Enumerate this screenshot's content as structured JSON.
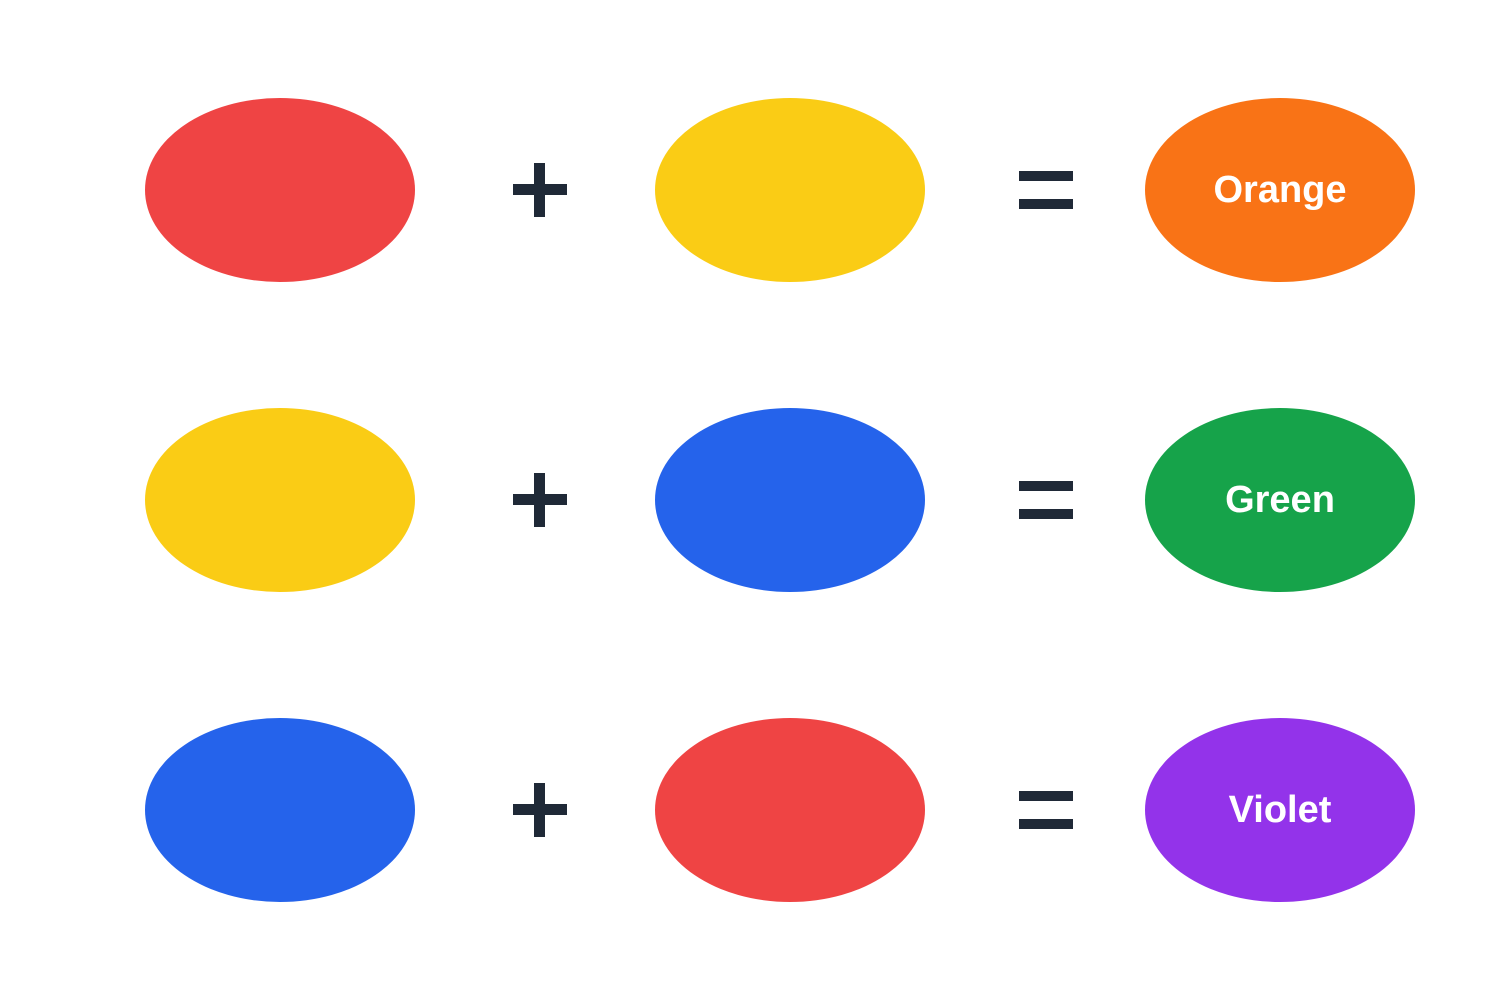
{
  "colors": {
    "red": "#ef4444",
    "yellow": "#facc15",
    "blue": "#2563eb",
    "orange": "#f97316",
    "green": "#16a34a",
    "violet": "#9333ea",
    "operator": "#1f2937"
  },
  "equations": [
    {
      "input_a": "red",
      "input_b": "yellow",
      "result_color": "orange",
      "result_label": "Orange"
    },
    {
      "input_a": "yellow",
      "input_b": "blue",
      "result_color": "green",
      "result_label": "Green"
    },
    {
      "input_a": "blue",
      "input_b": "red",
      "result_color": "violet",
      "result_label": "Violet"
    }
  ]
}
